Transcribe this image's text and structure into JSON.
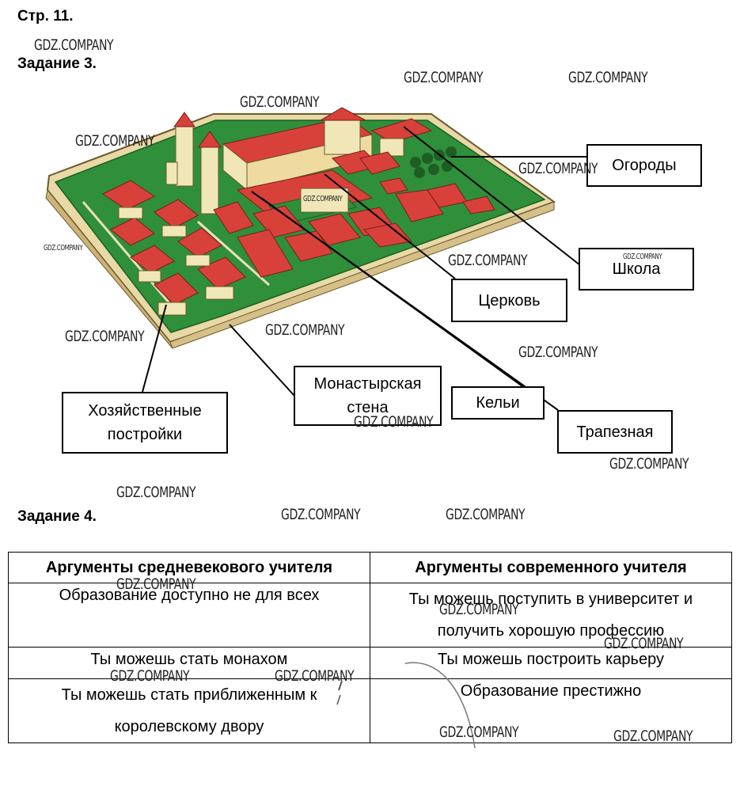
{
  "page": {
    "page_label": "Стр. 11.",
    "task3_label": "Задание 3.",
    "task4_label": "Задание 4."
  },
  "watermark": "GDZ.COMPANY",
  "diagram_labels": {
    "gardens": "Огороды",
    "school": "Школа",
    "church": "Церковь",
    "cells": "Кельи",
    "refectory": "Трапезная",
    "wall_line1": "Монастырская",
    "wall_line2": "стена",
    "outbuildings_line1": "Хозяйственные",
    "outbuildings_line2": "постройки"
  },
  "table": {
    "headers": [
      "Аргументы средневекового учителя",
      "Аргументы современного учителя"
    ],
    "rows": [
      [
        "Образование доступно не для всех",
        "Ты можешь поступить в университет и получить хорошую профессию"
      ],
      [
        "Ты можешь стать монахом",
        "Ты можешь построить карьеру"
      ],
      [
        "Ты можешь стать приближенным к королевскому двору",
        "Образование престижно"
      ]
    ]
  },
  "colors": {
    "roof_red": "#d8413a",
    "ground_green": "#2f8f3a",
    "wall_beige": "#f1e6b8",
    "ink": "#000000"
  }
}
